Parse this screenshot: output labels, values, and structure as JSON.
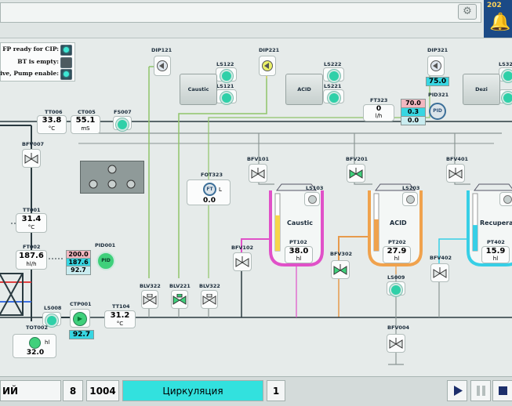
{
  "header": {
    "year_fragment": "202"
  },
  "status_panel": {
    "rows": [
      {
        "label": "FP ready for CIP:",
        "state": "on"
      },
      {
        "label": "BT is empty:",
        "state": "off"
      },
      {
        "label": "Active, Pump enable:",
        "state": "on"
      }
    ]
  },
  "tags": {
    "dip121": "DIP121",
    "dip221": "DIP221",
    "dip321": "DIP321",
    "ls122": "LS122",
    "ls121": "LS121",
    "ls222": "LS222",
    "ls221": "LS221",
    "ls322": "LS32",
    "pid321": "PID321",
    "pid001": "PID001",
    "pid_symbol": "PID",
    "ft323": "FT323",
    "ft_symbol": "FT",
    "fot323": "FOT323",
    "fot323_unit": "L",
    "tt006": "TT006",
    "ct005": "CT005",
    "fs007": "FS007",
    "bfv007": "BFV007",
    "bfv101": "BFV101",
    "bfv201": "BFV201",
    "bfv401": "BFV401",
    "bfv102": "BFV102",
    "bfv302": "BFV302",
    "bfv402": "BFV402",
    "bfv004": "BFV004",
    "ls103": "LS103",
    "ls203": "LS203",
    "pt102": "PT102",
    "pt202": "PT202",
    "pt402": "PT402",
    "tt001": "TT001",
    "ft002": "FT002",
    "blv322": "BLV322",
    "blv221": "BLV221",
    "blv322b": "BLV322",
    "ls009": "LS009",
    "ls008": "LS008",
    "ctp001": "CTP001",
    "tt104": "TT104",
    "tot002": "TOT002"
  },
  "vessels": {
    "caustic_top": "Caustic",
    "acid_top": "ACID",
    "dezi_top": "Dezi"
  },
  "tanks": {
    "caustic": {
      "name": "Caustic",
      "level": 38.0,
      "level_text": "38.0",
      "unit": "hl",
      "color": "#e051c8",
      "fill": 0.62
    },
    "acid": {
      "name": "ACID",
      "level": 27.9,
      "level_text": "27.9",
      "unit": "hl",
      "color": "#f0a24d",
      "fill": 0.55
    },
    "recuperation": {
      "name": "Recuperati",
      "level": 15.9,
      "level_text": "15.9",
      "unit": "hl",
      "color": "#37cfe6",
      "fill": 0.45
    }
  },
  "values": {
    "tt006": "33.8",
    "tt006_unit": "°C",
    "ct005": "55.1",
    "ct005_unit": "mS",
    "dip321_value": "75.0",
    "ft323": "0",
    "ft323_unit": "l/h",
    "pid321_sp": "70.0",
    "pid321_pv": "0.3",
    "pid321_out": "0.0",
    "fot323": "0.0",
    "tt001": "31.4",
    "tt001_unit": "°C",
    "ft002": "187.6",
    "ft002_unit": "hl/h",
    "pid001_sp": "200.0",
    "pid001_pv": "187.6",
    "pid001_out": "92.7",
    "ctp001_value": "92.7",
    "tt104": "31.2",
    "tt104_unit": "°C",
    "tot002": "32.0",
    "tot002_unit": "hl"
  },
  "bottom": {
    "step_name_fragment": "ИЙ",
    "step_no": "8",
    "program_no": "1004",
    "phase": "Циркуляция",
    "phase_count": "1"
  },
  "colors": {
    "caustic": "#e051c8",
    "acid": "#f0a24d",
    "recuperation": "#37cfe6",
    "pipe_green": "#8fc46a",
    "pipe_yellow": "#d9cf5a",
    "pipe_orange": "#e79a4c",
    "pipe_grey": "#8a9594",
    "pipe_dark": "#2a3a40",
    "phase_bar": "#32e1de"
  }
}
